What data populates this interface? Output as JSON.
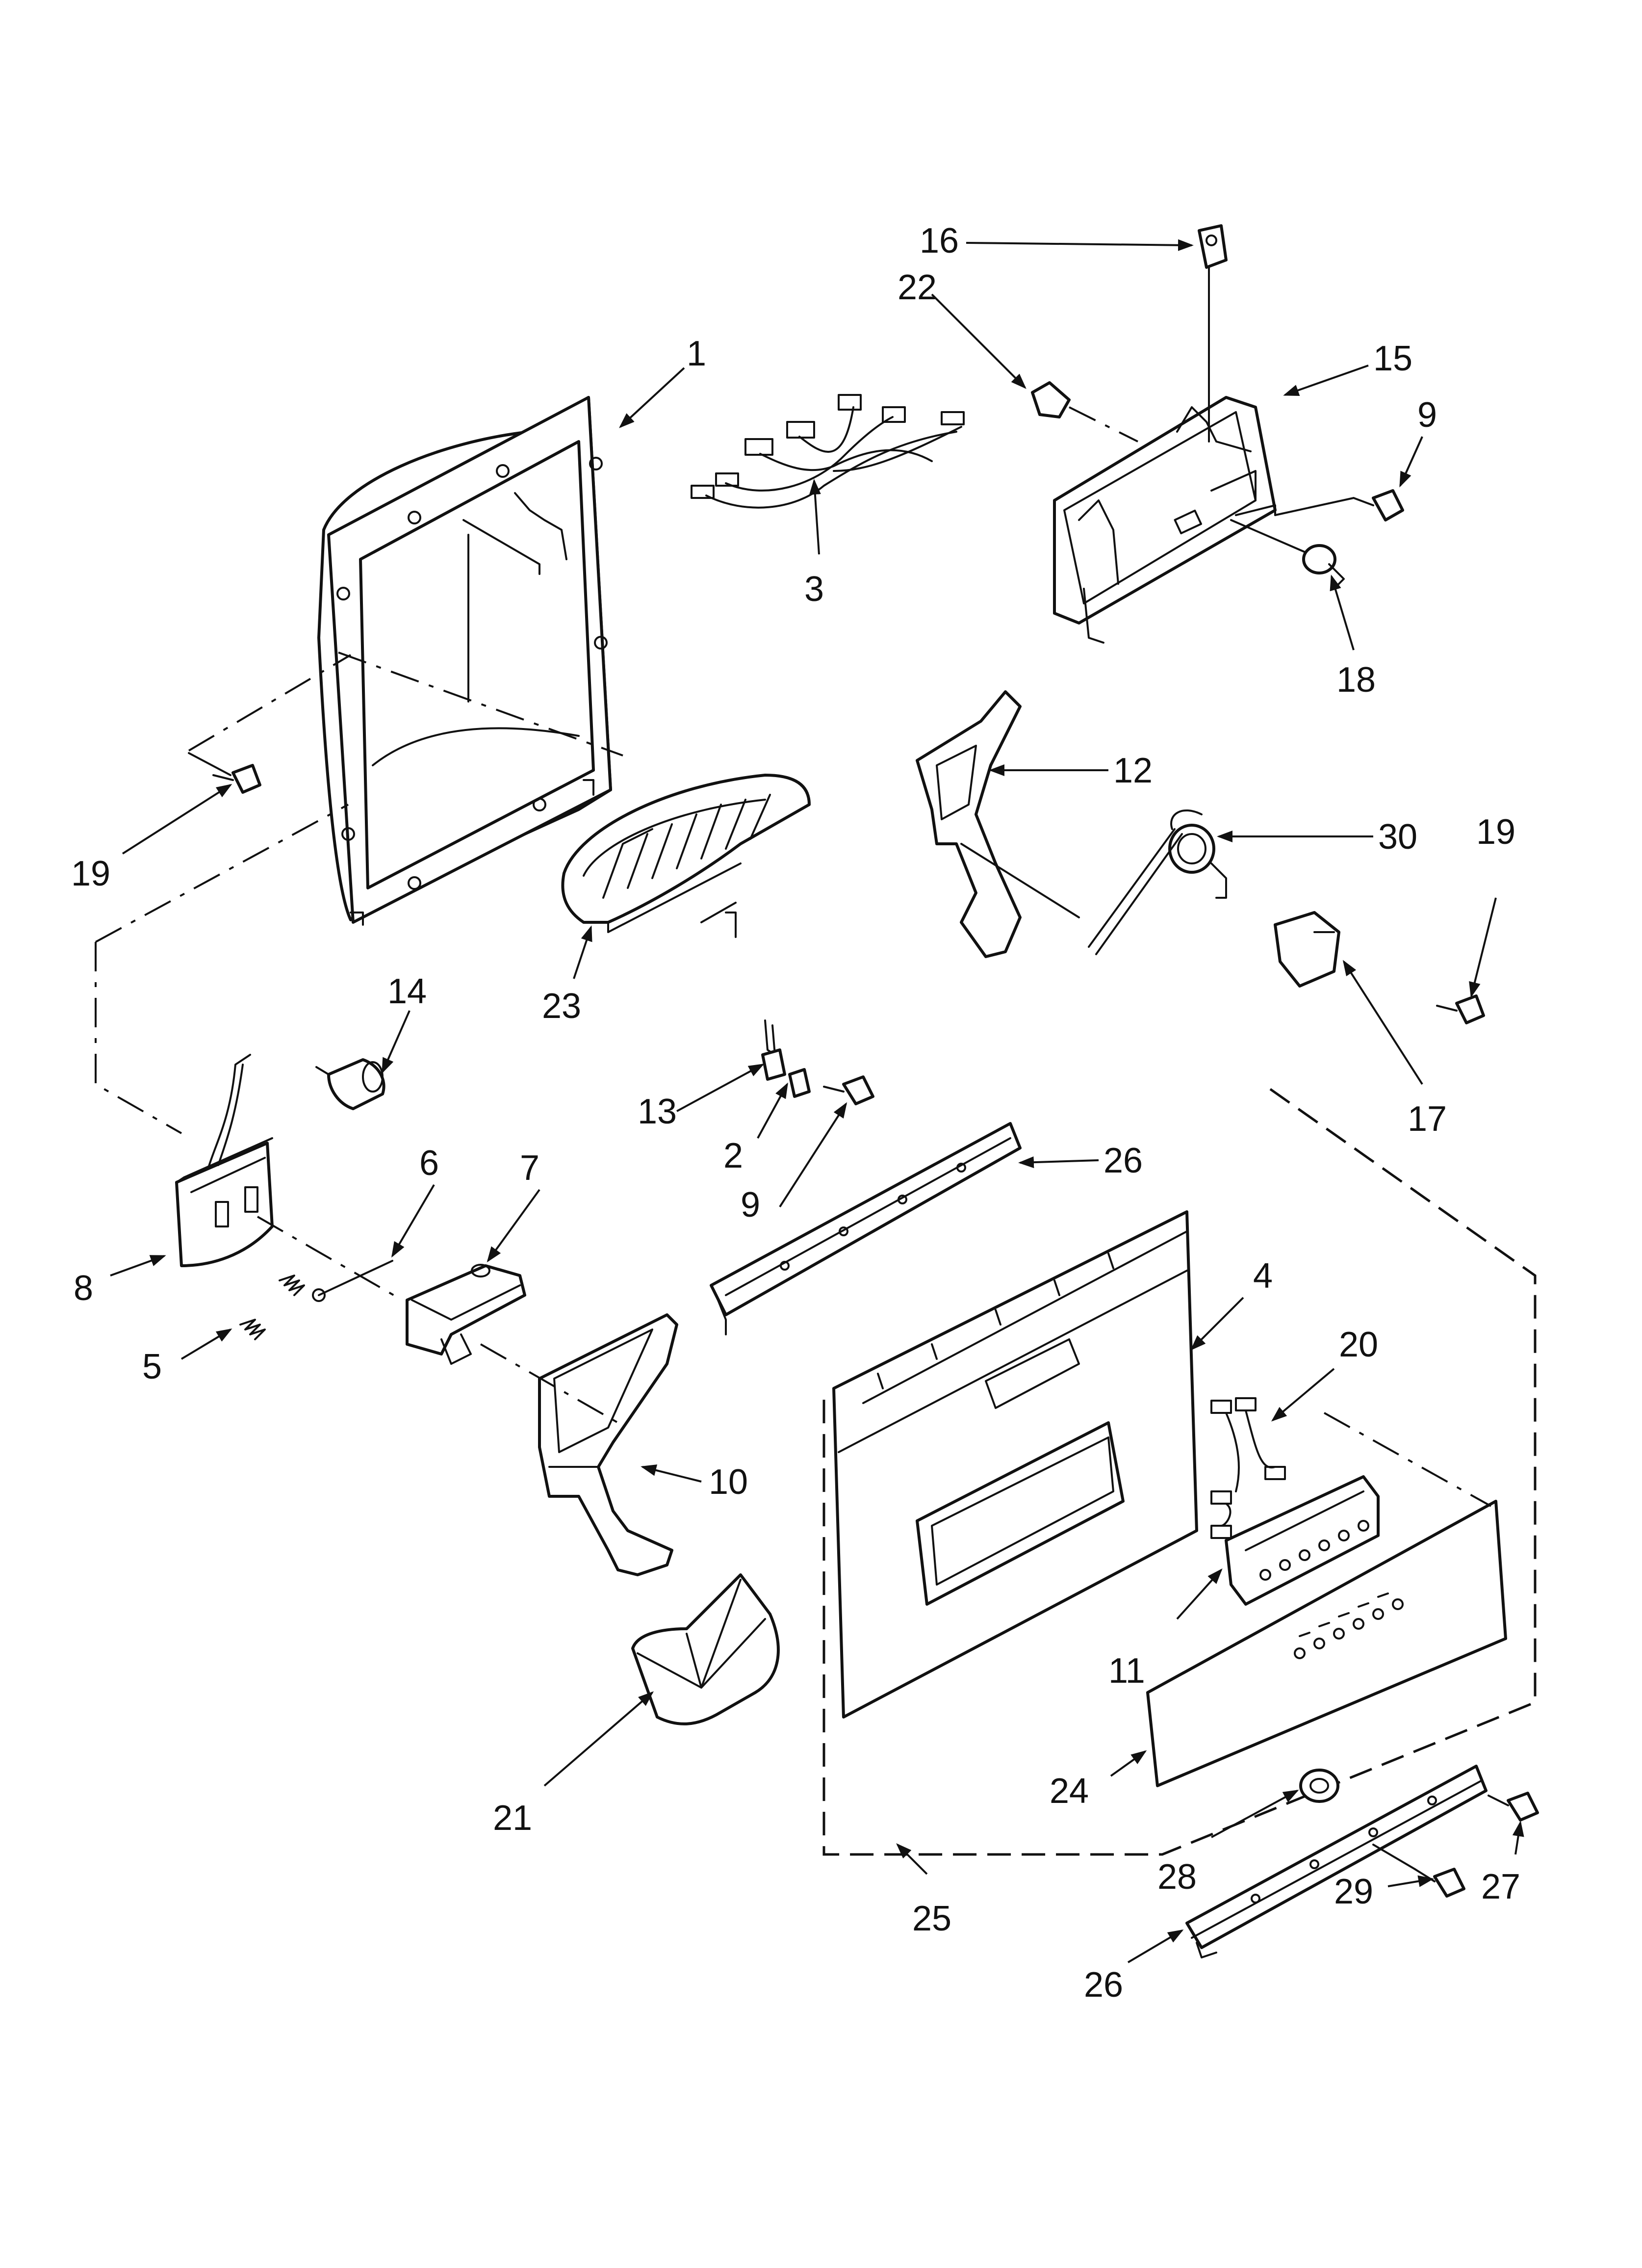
{
  "callouts": [
    {
      "id": "c1",
      "label": "1"
    },
    {
      "id": "c2",
      "label": "2"
    },
    {
      "id": "c3",
      "label": "3"
    },
    {
      "id": "c4",
      "label": "4"
    },
    {
      "id": "c5",
      "label": "5"
    },
    {
      "id": "c6",
      "label": "6"
    },
    {
      "id": "c7",
      "label": "7"
    },
    {
      "id": "c8",
      "label": "8"
    },
    {
      "id": "c9a",
      "label": "9"
    },
    {
      "id": "c9b",
      "label": "9"
    },
    {
      "id": "c10",
      "label": "10"
    },
    {
      "id": "c11",
      "label": "11"
    },
    {
      "id": "c12",
      "label": "12"
    },
    {
      "id": "c13",
      "label": "13"
    },
    {
      "id": "c14",
      "label": "14"
    },
    {
      "id": "c15",
      "label": "15"
    },
    {
      "id": "c16",
      "label": "16"
    },
    {
      "id": "c17",
      "label": "17"
    },
    {
      "id": "c18",
      "label": "18"
    },
    {
      "id": "c19a",
      "label": "19"
    },
    {
      "id": "c19b",
      "label": "19"
    },
    {
      "id": "c20",
      "label": "20"
    },
    {
      "id": "c21",
      "label": "21"
    },
    {
      "id": "c22",
      "label": "22"
    },
    {
      "id": "c23",
      "label": "23"
    },
    {
      "id": "c24",
      "label": "24"
    },
    {
      "id": "c25",
      "label": "25"
    },
    {
      "id": "c26a",
      "label": "26"
    },
    {
      "id": "c26b",
      "label": "26"
    },
    {
      "id": "c27",
      "label": "27"
    },
    {
      "id": "c28",
      "label": "28"
    },
    {
      "id": "c29",
      "label": "29"
    },
    {
      "id": "c30",
      "label": "30"
    }
  ]
}
